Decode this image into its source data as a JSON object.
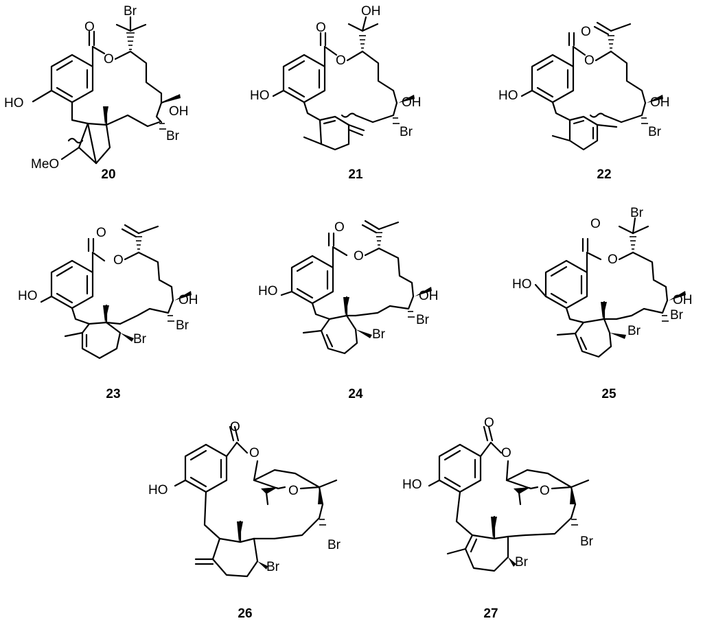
{
  "compounds": [
    {
      "number": "20"
    },
    {
      "number": "21"
    },
    {
      "number": "22"
    },
    {
      "number": "23"
    },
    {
      "number": "24"
    },
    {
      "number": "25"
    },
    {
      "number": "26"
    },
    {
      "number": "27"
    }
  ],
  "atom_labels": {
    "br": "Br",
    "oh": "OH",
    "ho": "HO",
    "o": "O",
    "meo": "MeO"
  }
}
